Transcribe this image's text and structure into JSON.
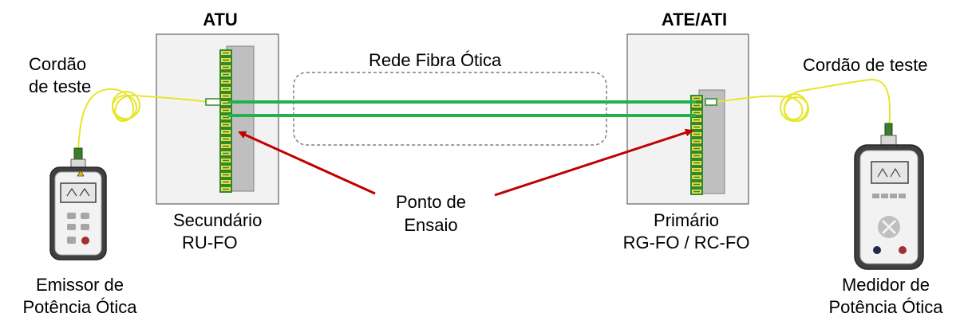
{
  "atu": {
    "title": "ATU",
    "label_line1": "Secundário",
    "label_line2": "RU-FO"
  },
  "ate": {
    "title": "ATE/ATI",
    "label_line1": "Primário",
    "label_line2": "RG-FO / RC-FO"
  },
  "network": {
    "label": "Rede Fibra Ótica"
  },
  "left_cord": {
    "label_line1": "Cordão",
    "label_line2": "de teste"
  },
  "right_cord": {
    "label": "Cordão de teste"
  },
  "test_point": {
    "label_line1": "Ponto de",
    "label_line2": "Ensaio"
  },
  "emitter": {
    "label_line1": "Emissor de",
    "label_line2": "Potência Ótica"
  },
  "meter": {
    "label_line1": "Medidor de",
    "label_line2": "Potência Ótica"
  },
  "colors": {
    "fiber": "#22b24c",
    "cord": "#e6e62a",
    "arrow": "#c00000",
    "panel": "#f2f2f2",
    "connector": "#2d8a2d"
  }
}
